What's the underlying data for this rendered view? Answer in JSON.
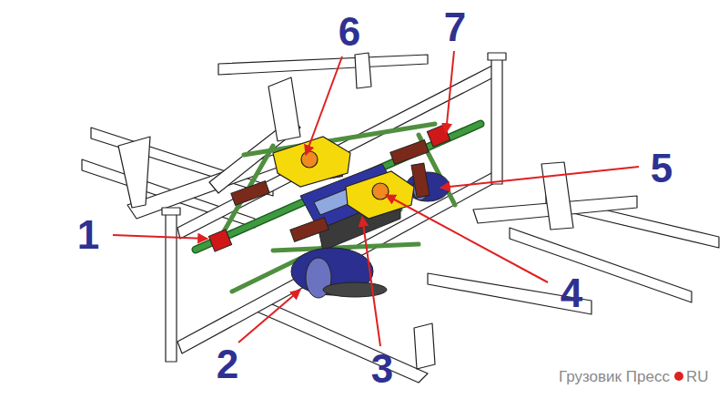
{
  "diagram": {
    "labels": [
      "6",
      "7",
      "1",
      "5",
      "4",
      "2",
      "3",
      "Грузовик Пресс",
      "RU"
    ]
  }
}
